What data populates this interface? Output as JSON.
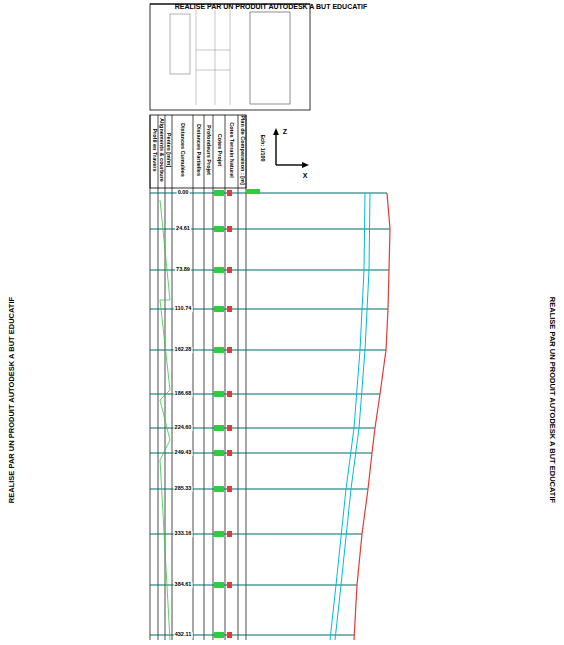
{
  "diagram": {
    "labels": [
      "REALISE PAR UN PRODUIT AUTODESK A BUT EDUCATIF",
      "REALISE PAR UN PRODUIT AUTODESK A BUT EDUCATIF",
      "REALISE PAR UN PRODUIT AUTODESK A BUT EDUCATIF",
      "Ech: 1/100",
      "Z",
      "X",
      "Plan de Comparaison : [m]",
      "Cotes Terrain Naturel",
      "Cotes Projet",
      "Profondeurs Projet",
      "Distances Partielles",
      "Distances Cumulées",
      "Pentes [m/m]",
      "Alignements & courbure",
      "Profil en Travers",
      "0.00",
      "24.61",
      "73.89",
      "110.74",
      "162.28",
      "186.68",
      "224.60",
      "249.43",
      "285.33",
      "333.16",
      "384.61",
      "432.11"
    ]
  }
}
